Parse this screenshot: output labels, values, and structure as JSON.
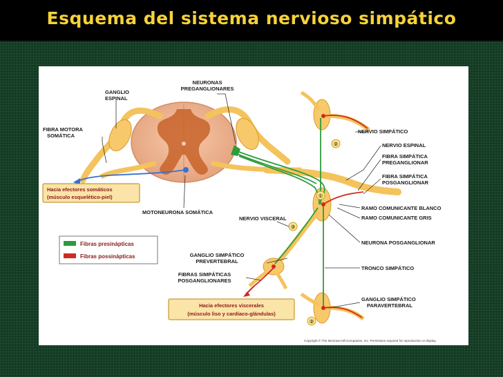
{
  "slide": {
    "title": "Esquema del sistema nervioso simpático"
  },
  "diagram": {
    "labels": {
      "ganglio_espinal": [
        "GANGLIO",
        "ESPINAL"
      ],
      "neuronas_preganglionares": [
        "NEURONAS",
        "PREGANGLIONARES"
      ],
      "fibra_motora": [
        "FIBRA MOTORA",
        "SOMÁTICA"
      ],
      "motoneurona": "MOTONEURONA SOMÁTICA",
      "nervio_simpatico": "NERVIO SIMPÁTICO",
      "nervio_espinal": "NERVIO ESPINAL",
      "fibra_pre": [
        "FIBRA SIMPÁTICA",
        "PREGANGLIONAR"
      ],
      "fibra_pos": [
        "FIBRA SIMPÁTICA",
        "POSGANGLIONAR"
      ],
      "ramo_blanco": "RAMO COMUNICANTE BLANCO",
      "ramo_gris": "RAMO COMUNICANTE GRIS",
      "nervio_visceral": "NERVIO VISCERAL",
      "neurona_pos": "NEURONA POSGANGLIONAR",
      "ganglio_prevertebral": [
        "GANGLIO SIMPÁTICO",
        "PREVERTEBRAL"
      ],
      "tronco": "TRONCO SIMPÁTICO",
      "fibras_pos": [
        "FIBRAS SIMPÁTICAS",
        "POSGANGLIONARES"
      ],
      "ganglio_paravertebral": [
        "GANGLIO SIMPÁTICO",
        "PARAVERTEBRAL"
      ]
    },
    "somatic_box": [
      "Hacia efectores somáticos",
      "(músculo esquelético-piel)"
    ],
    "visceral_box": [
      "Hacia efectores viscerales",
      "(músculo liso y cardíaco-glándulas)"
    ],
    "legend": {
      "pre": "Fibras presinápticas",
      "post": "Fibras possinápticas",
      "pre_color": "#2e9b3a",
      "post_color": "#d02a1e"
    },
    "markers": [
      "①",
      "②",
      "③",
      "②"
    ],
    "copyright": "Copyright © The McGraw-Hill Companies, Inc. Permission required for reproduction or display."
  }
}
